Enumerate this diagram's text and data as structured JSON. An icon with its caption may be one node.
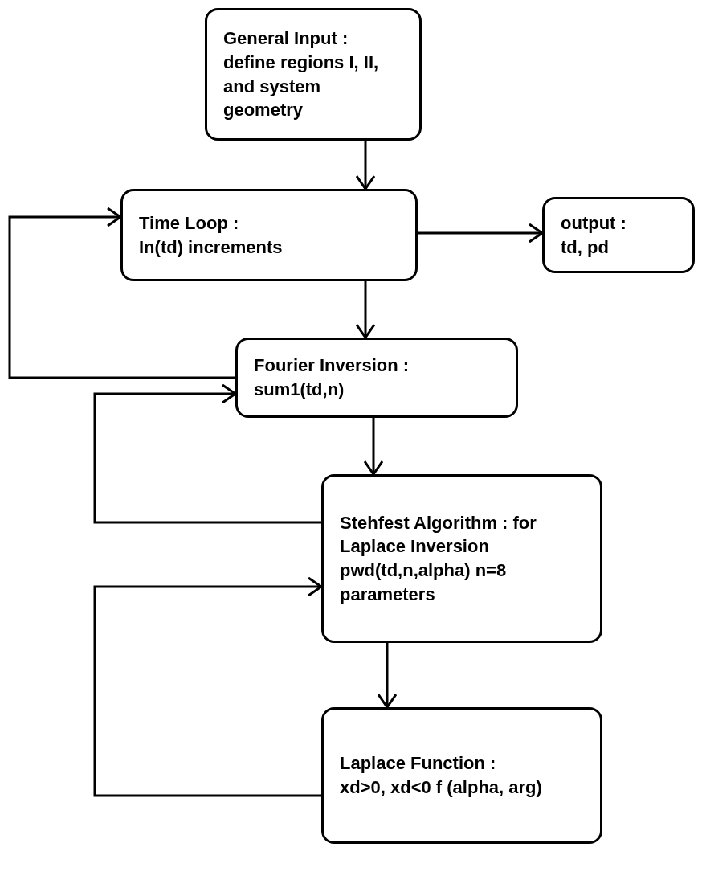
{
  "diagram": {
    "nodes": [
      {
        "text": [
          "General Input :",
          "define regions I, II, and system geometry"
        ]
      },
      {
        "text": [
          "Time Loop :",
          "In(td) increments"
        ]
      },
      {
        "text": [
          "output :",
          "td, pd"
        ]
      },
      {
        "text": [
          "Fourier Inversion :",
          "sum1(td,n)"
        ]
      },
      {
        "text": [
          "Stehfest Algorithm : for Laplace Inversion",
          "pwd(td,n,alpha) n=8 parameters"
        ]
      },
      {
        "text": [
          "Laplace Function :",
          "xd>0, xd<0 f (alpha, arg)"
        ]
      }
    ],
    "edges": [
      {
        "from": 0,
        "to": 1,
        "arrow": "to"
      },
      {
        "from": 1,
        "to": 2,
        "arrow": "to"
      },
      {
        "from": 1,
        "to": 3,
        "arrow": "to"
      },
      {
        "from": 3,
        "to": 1,
        "arrow": "to"
      },
      {
        "from": 3,
        "to": 4,
        "arrow": "to"
      },
      {
        "from": 4,
        "to": 3,
        "arrow": "to"
      },
      {
        "from": 4,
        "to": 5,
        "arrow": "to"
      },
      {
        "from": 5,
        "to": 4,
        "arrow": "to"
      }
    ]
  }
}
